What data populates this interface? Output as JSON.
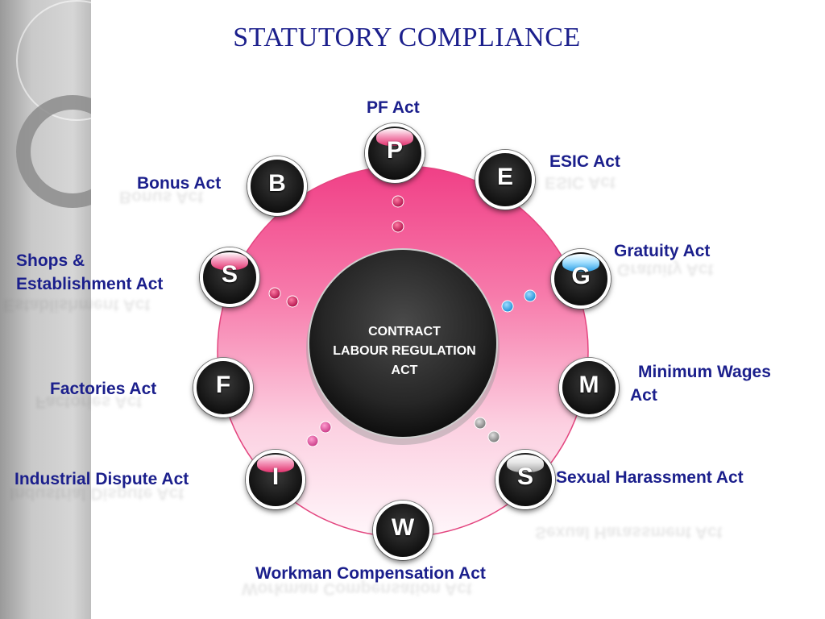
{
  "title": "STATUTORY COMPLIANCE",
  "center": {
    "line1": "CONTRACT",
    "line2": "LABOUR  REGULATION",
    "line3": "ACT"
  },
  "nodes": [
    {
      "letter": "P",
      "label": "PF Act",
      "cap": "pink"
    },
    {
      "letter": "E",
      "label": "ESIC Act",
      "cap": "none"
    },
    {
      "letter": "G",
      "label": "Gratuity Act",
      "cap": "blue"
    },
    {
      "letter": "M",
      "label_line1": "Minimum Wages",
      "label_line2": "Act",
      "cap": "none"
    },
    {
      "letter": "S",
      "label": "Sexual Harassment Act",
      "cap": "white"
    },
    {
      "letter": "W",
      "label": "Workman Compensation Act",
      "cap": "none"
    },
    {
      "letter": "I",
      "label": "Industrial Dispute Act",
      "cap": "pink"
    },
    {
      "letter": "F",
      "label": "Factories Act",
      "cap": "none"
    },
    {
      "letter": "S",
      "label_line1": "Shops &",
      "label_line2": "Establishment Act",
      "cap": "pink"
    },
    {
      "letter": "B",
      "label": "Bonus Act",
      "cap": "none"
    }
  ],
  "colors": {
    "title": "#1b1f8c",
    "label": "#1b1f8c",
    "ring_top": "#f0458a",
    "ring_bottom": "#fff5f9",
    "center_disc": "#2b2b2b",
    "connector_pink": "#d01e5c",
    "connector_blue": "#39a9e8",
    "connector_grey": "#9a9a9a",
    "connector_magenta": "#e0519a"
  }
}
